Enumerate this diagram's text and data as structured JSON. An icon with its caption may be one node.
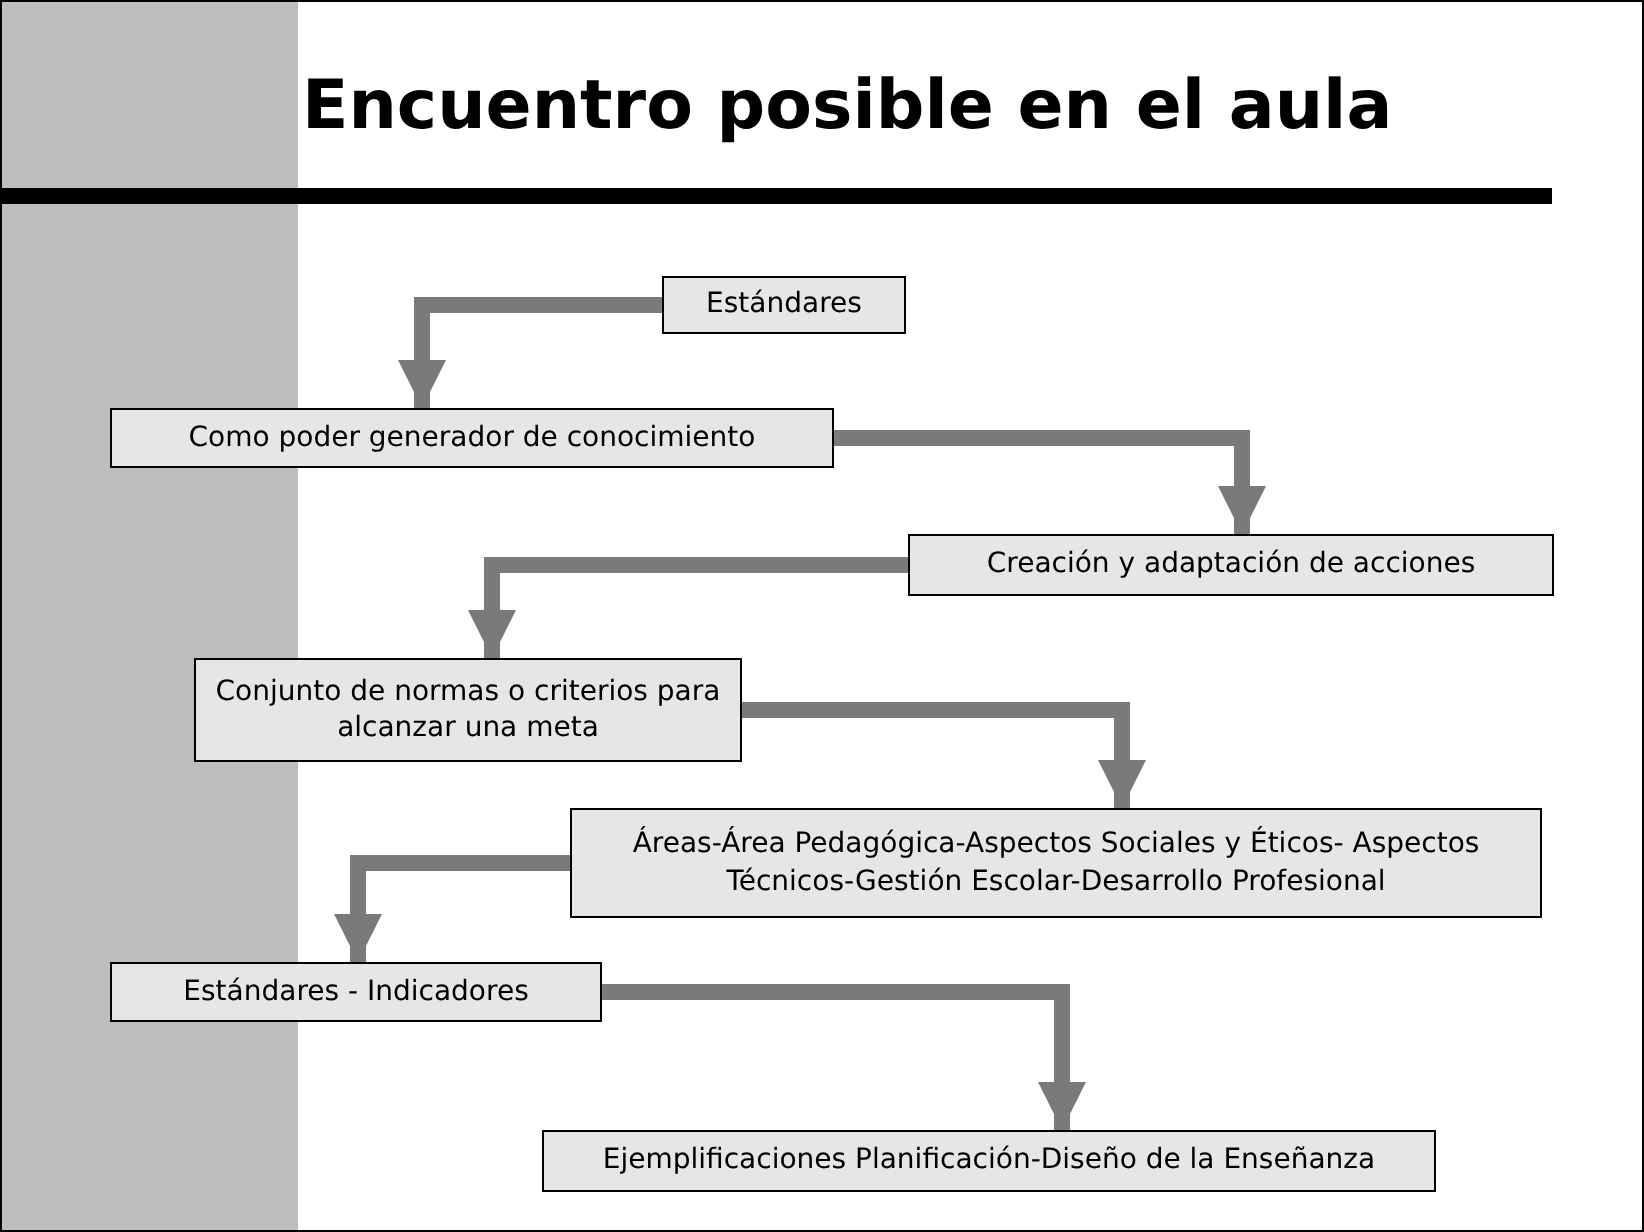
{
  "diagram": {
    "title": "Encuentro posible en el aula",
    "nodes": [
      {
        "text": [
          "Estándares"
        ]
      },
      {
        "text": [
          "Como poder generador de conocimiento"
        ]
      },
      {
        "text": [
          "Creación y adaptación de acciones"
        ]
      },
      {
        "text": [
          "Conjunto de normas o criterios para alcanzar una meta"
        ]
      },
      {
        "text": [
          "Áreas-Área Pedagógica-Aspectos Sociales y Éticos- Aspectos Técnicos-Gestión Escolar-Desarrollo Profesional"
        ]
      },
      {
        "text": [
          "Estándares - Indicadores"
        ]
      },
      {
        "text": [
          "Ejemplificaciones Planificación-Diseño de la Enseñanza"
        ]
      }
    ],
    "edges": [
      {
        "from": 0,
        "to": 1,
        "arrow": "to"
      },
      {
        "from": 1,
        "to": 2,
        "arrow": "to"
      },
      {
        "from": 2,
        "to": 3,
        "arrow": "to"
      },
      {
        "from": 3,
        "to": 4,
        "arrow": "to"
      },
      {
        "from": 4,
        "to": 5,
        "arrow": "to"
      },
      {
        "from": 5,
        "to": 6,
        "arrow": "to"
      }
    ]
  }
}
